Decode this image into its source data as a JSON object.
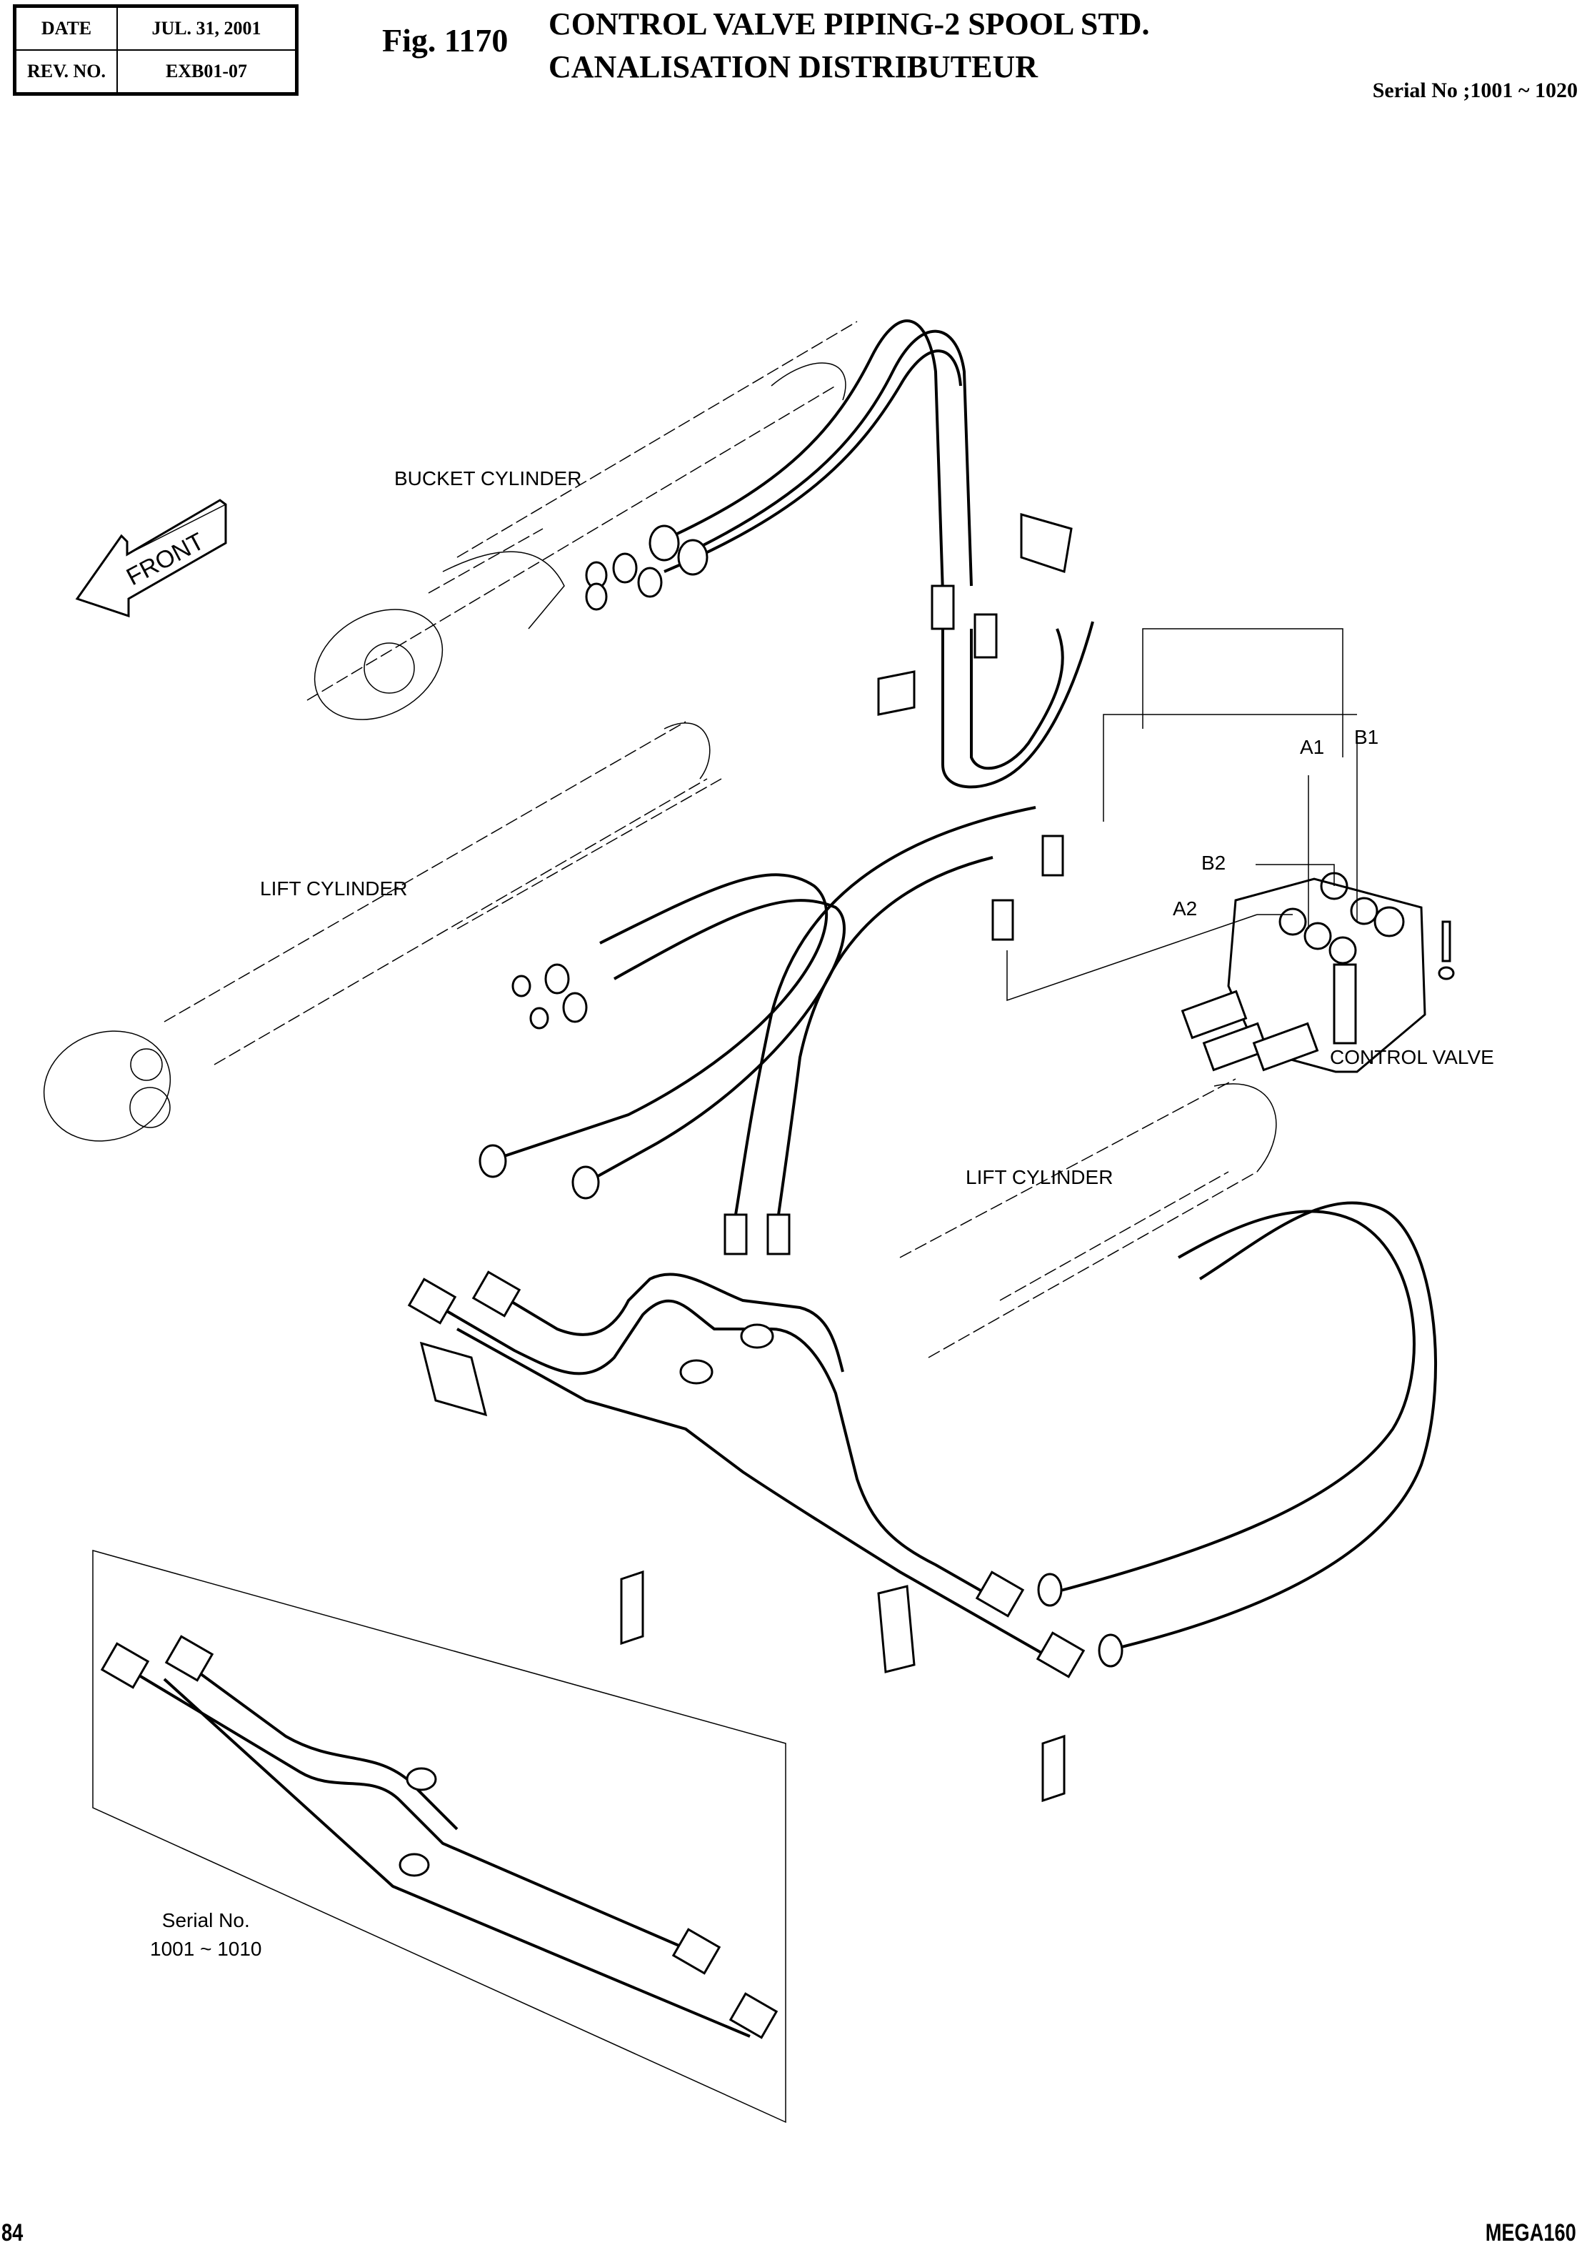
{
  "header": {
    "date_label": "DATE",
    "date_value": "JUL. 31, 2001",
    "rev_label": "REV. NO.",
    "rev_value": "EXB01-07",
    "figure_number": "Fig. 1170",
    "title_line1": "CONTROL VALVE PIPING-2 SPOOL STD.",
    "title_line2": "CANALISATION DISTRIBUTEUR",
    "serial_range": "Serial No ;1001 ~ 1020"
  },
  "diagram": {
    "front_arrow": "FRONT",
    "labels": {
      "bucket_cylinder": "BUCKET CYLINDER",
      "lift_cylinder_left": "LIFT CYLINDER",
      "lift_cylinder_right": "LIFT CYLINDER",
      "control_valve": "CONTROL VALVE",
      "port_a1": "A1",
      "port_b1": "B1",
      "port_a2": "A2",
      "port_b2": "B2",
      "inset_serial_line1": "Serial No.",
      "inset_serial_line2": "1001 ~ 1010"
    }
  },
  "footer": {
    "page_number": "84",
    "model": "MEGA160"
  }
}
